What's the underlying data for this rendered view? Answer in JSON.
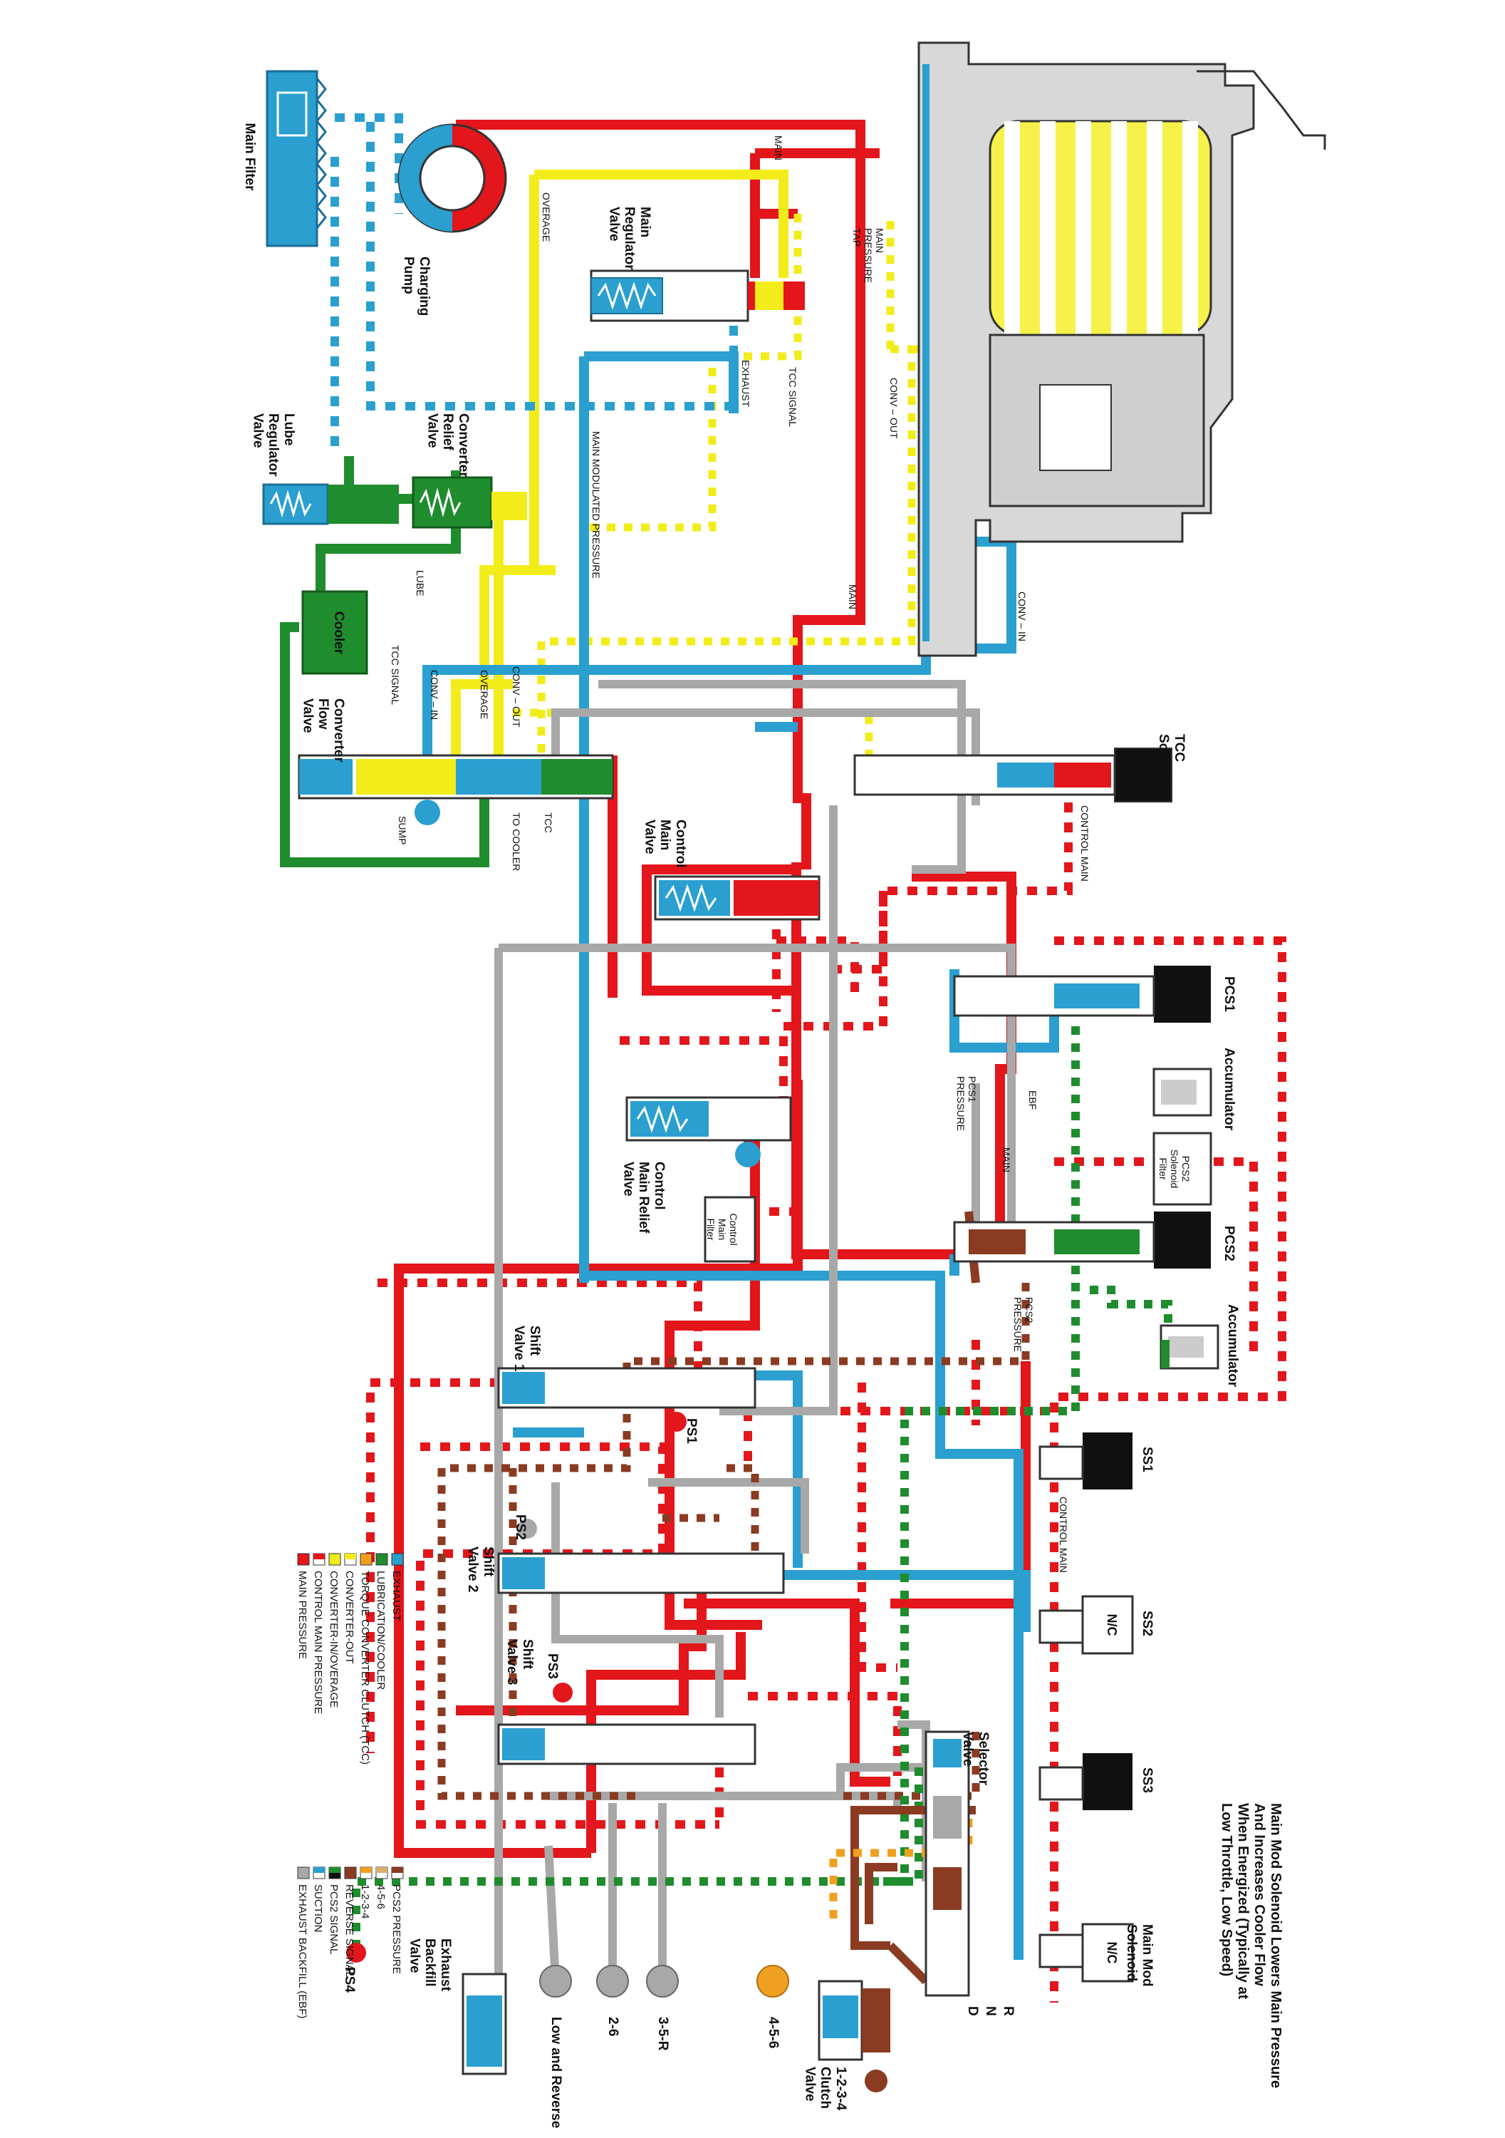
{
  "colors": {
    "main_pressure": "#e3161b",
    "exhaust": "#2a9fd0",
    "lube": "#1f8c2e",
    "overage": "#f2ec1a",
    "tcc_stripe": "#ffffff",
    "exhaust_backfill": "#a8a8a8",
    "reverse_signal": "#8a3b22",
    "converter_out": "#f0a020",
    "solenoid_body": "#111111"
  },
  "labels": {
    "main_filter": "Main Filter",
    "charging_pump": "Charging\nPump",
    "main_regulator_valve": "Main\nRegulator\nValve",
    "lube_regulator_valve": "Lube\nRegulator\nValve",
    "converter_relief_valve": "Converter\nRelief\nValve",
    "cooler": "Cooler",
    "converter_flow_valve": "Converter\nFlow\nValve",
    "control_main_valve": "Control\nMain\nValve",
    "control_main_relief_valve": "Control\nMain Relief\nValve",
    "control_main_filter": "Control\nMain\nFilter",
    "tcc_solenoid": "TCC\nSolenoid",
    "pcs1": "PCS1",
    "pcs2": "PCS2",
    "accumulator_1": "Accumulator",
    "accumulator_2": "Accumulator",
    "pcs2_solenoid_filter": "PCS2\nSolenoid\nFilter",
    "ss1": "SS1",
    "ss2": "SS2",
    "ss3": "SS3",
    "main_mod_solenoid": "Main Mod\nSolenoid",
    "shift_valve_1": "Shift\nValve 1",
    "shift_valve_2": "Shift\nValve 2",
    "shift_valve_3": "Shift\nValve 3",
    "selector_valve": "Selector\nValve",
    "exhaust_backfill_valve": "Exhaust\nBackfill\nValve",
    "clutch_1234_valve": "1-2-3-4\nClutch\nValve",
    "low_and_reverse": "Low and Reverse",
    "c26": "2-6",
    "c35r": "3-5-R",
    "c456": "4-5-6",
    "ps1": "PS1",
    "ps2": "PS2",
    "ps3": "PS3",
    "ps4": "PS4",
    "d": "D",
    "n": "N",
    "r": "R",
    "nc": "N/C"
  },
  "passages": {
    "main": "MAIN",
    "overage": "OVERAGE",
    "exhaust": "EXHAUST",
    "tcc_signal": "TCC SIGNAL",
    "main_pressure_tap": "MAIN\nPRESSURE\nTAP",
    "main_modulated_pressure": "MAIN MODULATED PRESSURE",
    "conv_out": "CONV – OUT",
    "conv_in": "CONV – IN",
    "lube": "LUBE",
    "main2": "MAIN",
    "tcc_signal2": "TCC SIGNAL",
    "conv_in2": "CONV – IN",
    "conv_out2": "CONV – OUT",
    "overage2": "OVERAGE",
    "sump": "SUMP",
    "to_cooler": "TO COOLER",
    "tcc": "TCC",
    "control_main": "CONTROL MAIN",
    "pcs1_pressure": "PCS1\nPRESSURE",
    "ebf": "EBF",
    "main3": "MAIN",
    "pcs2_pressure": "PCS2\nPRESSURE",
    "control_main2": "CONTROL MAIN"
  },
  "note": "Main Mod Solenoid Lowers Main Pressure\nAnd Increases Cooler Flow\nWhen Energized (Typically at\nLow Throttle, Low Speed)",
  "legend": {
    "left": [
      {
        "label": "MAIN PRESSURE",
        "swatch": "#e3161b"
      },
      {
        "label": "CONTROL MAIN PRESSURE",
        "swatch": "stripe-red"
      },
      {
        "label": "CONVERTER-IN/OVERAGE",
        "swatch": "#f2ec1a"
      },
      {
        "label": "CONVERTER-OUT",
        "swatch": "stripe-yellow"
      },
      {
        "label": "TORQUE CONVERTER CLUTCH (TCC)",
        "swatch": "#f0a020"
      },
      {
        "label": "LUBRICATION/COOLER",
        "swatch": "#1f8c2e"
      },
      {
        "label": "EXHAUST",
        "swatch": "#2a9fd0"
      }
    ],
    "right": [
      {
        "label": "EXHAUST BACKFILL (EBF)",
        "swatch": "#a8a8a8"
      },
      {
        "label": "SUCTION",
        "swatch": "stripe-blue"
      },
      {
        "label": "PCS2 SIGNAL",
        "swatch": "stripe-green"
      },
      {
        "label": "REVERSE SIGNAL",
        "swatch": "#8a3b22"
      },
      {
        "label": "1-2-3-4",
        "swatch": "stripe-orange"
      },
      {
        "label": "4-5-6",
        "swatch": "stripe-tan"
      },
      {
        "label": "PCS2 PRESSURE",
        "swatch": "stripe-brown"
      }
    ]
  }
}
